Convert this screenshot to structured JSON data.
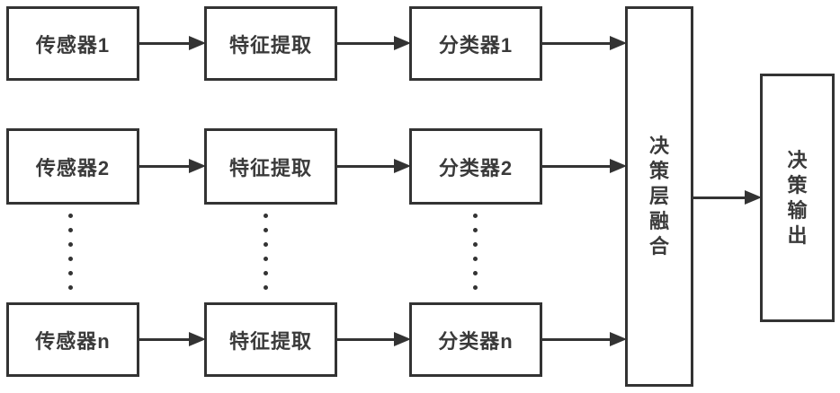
{
  "colors": {
    "line": "#333333",
    "text": "#3a3a3a",
    "background": "#ffffff"
  },
  "nodes": {
    "sensor1": {
      "label": "传感器1"
    },
    "feature1": {
      "label": "特征提取"
    },
    "classifier1": {
      "label": "分类器1"
    },
    "sensor2": {
      "label": "传感器2"
    },
    "feature2": {
      "label": "特征提取"
    },
    "classifier2": {
      "label": "分类器2"
    },
    "sensorN": {
      "label": "传感器n"
    },
    "featureN": {
      "label": "特征提取"
    },
    "classifierN": {
      "label": "分类器n"
    },
    "fusion": {
      "label": "决策层融合"
    },
    "output": {
      "label": "决策输出"
    }
  },
  "edges": [
    {
      "from": "sensor1",
      "to": "feature1"
    },
    {
      "from": "feature1",
      "to": "classifier1"
    },
    {
      "from": "classifier1",
      "to": "fusion"
    },
    {
      "from": "sensor2",
      "to": "feature2"
    },
    {
      "from": "feature2",
      "to": "classifier2"
    },
    {
      "from": "classifier2",
      "to": "fusion"
    },
    {
      "from": "sensorN",
      "to": "featureN"
    },
    {
      "from": "featureN",
      "to": "classifierN"
    },
    {
      "from": "classifierN",
      "to": "fusion"
    },
    {
      "from": "fusion",
      "to": "output"
    }
  ]
}
